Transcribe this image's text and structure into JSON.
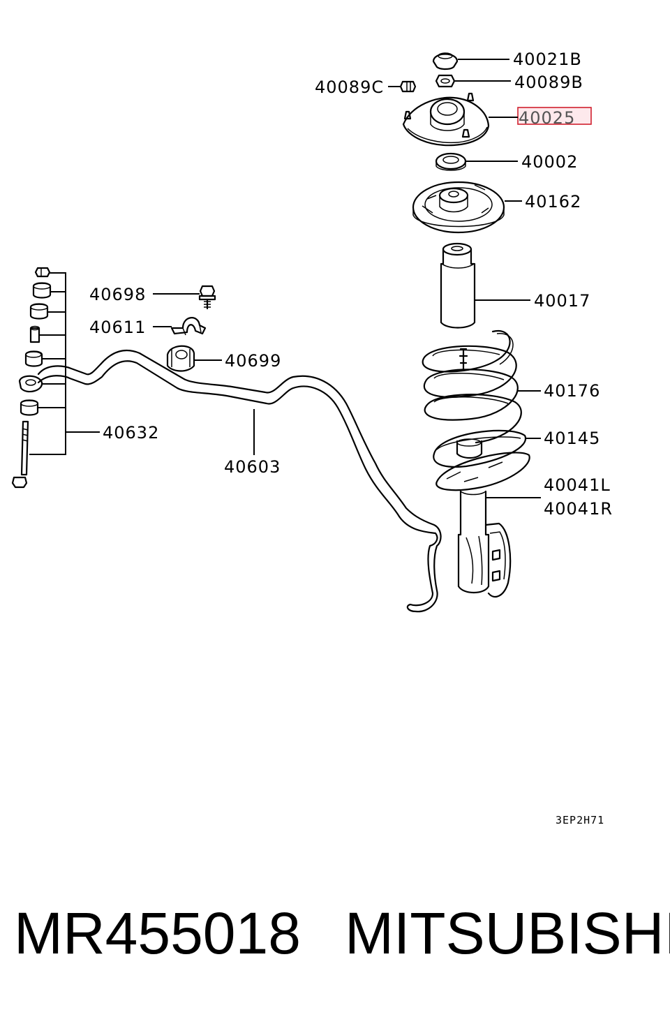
{
  "labels": {
    "p40021B": "40021B",
    "p40089B": "40089B",
    "p40089C": "40089C",
    "p40025": "40025",
    "p40002": "40002",
    "p40162": "40162",
    "p40017": "40017",
    "p40176": "40176",
    "p40145": "40145",
    "p40041L": "40041L",
    "p40041R": "40041R",
    "p40698": "40698",
    "p40611": "40611",
    "p40699": "40699",
    "p40632": "40632",
    "p40603": "40603"
  },
  "highlighted_part": "40025",
  "highlight_color": "#d0202e",
  "diagram_code": "3EP2H71",
  "footer": {
    "part_number": "MR455018",
    "brand": "MITSUBISHI"
  }
}
